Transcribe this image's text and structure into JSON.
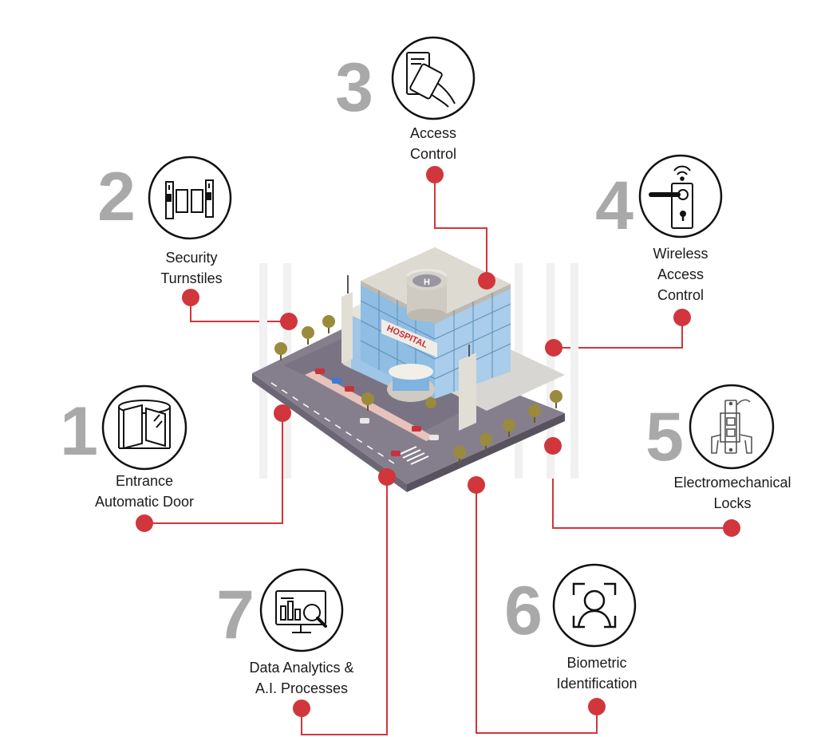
{
  "accent_color": "#d0363c",
  "number_color": "#a9a9a9",
  "center": {
    "sign_text": "HOSPITAL",
    "helipad_letter": "H"
  },
  "features": [
    {
      "number": "1",
      "icon": "revolving-door-icon",
      "label_lines": [
        "Entrance",
        "Automatic Door"
      ]
    },
    {
      "number": "2",
      "icon": "turnstile-icon",
      "label_lines": [
        "Security",
        "Turnstiles"
      ]
    },
    {
      "number": "3",
      "icon": "keycard-reader-icon",
      "label_lines": [
        "Access",
        "Control"
      ]
    },
    {
      "number": "4",
      "icon": "wireless-door-lock-icon",
      "label_lines": [
        "Wireless",
        "Access",
        "Control"
      ]
    },
    {
      "number": "5",
      "icon": "mortise-lock-icon",
      "label_lines": [
        "Electromechanical",
        "Locks"
      ]
    },
    {
      "number": "6",
      "icon": "face-scan-icon",
      "label_lines": [
        "Biometric",
        "Identification"
      ]
    },
    {
      "number": "7",
      "icon": "analytics-monitor-icon",
      "label_lines": [
        "Data Analytics &",
        "A.I. Processes"
      ]
    }
  ]
}
